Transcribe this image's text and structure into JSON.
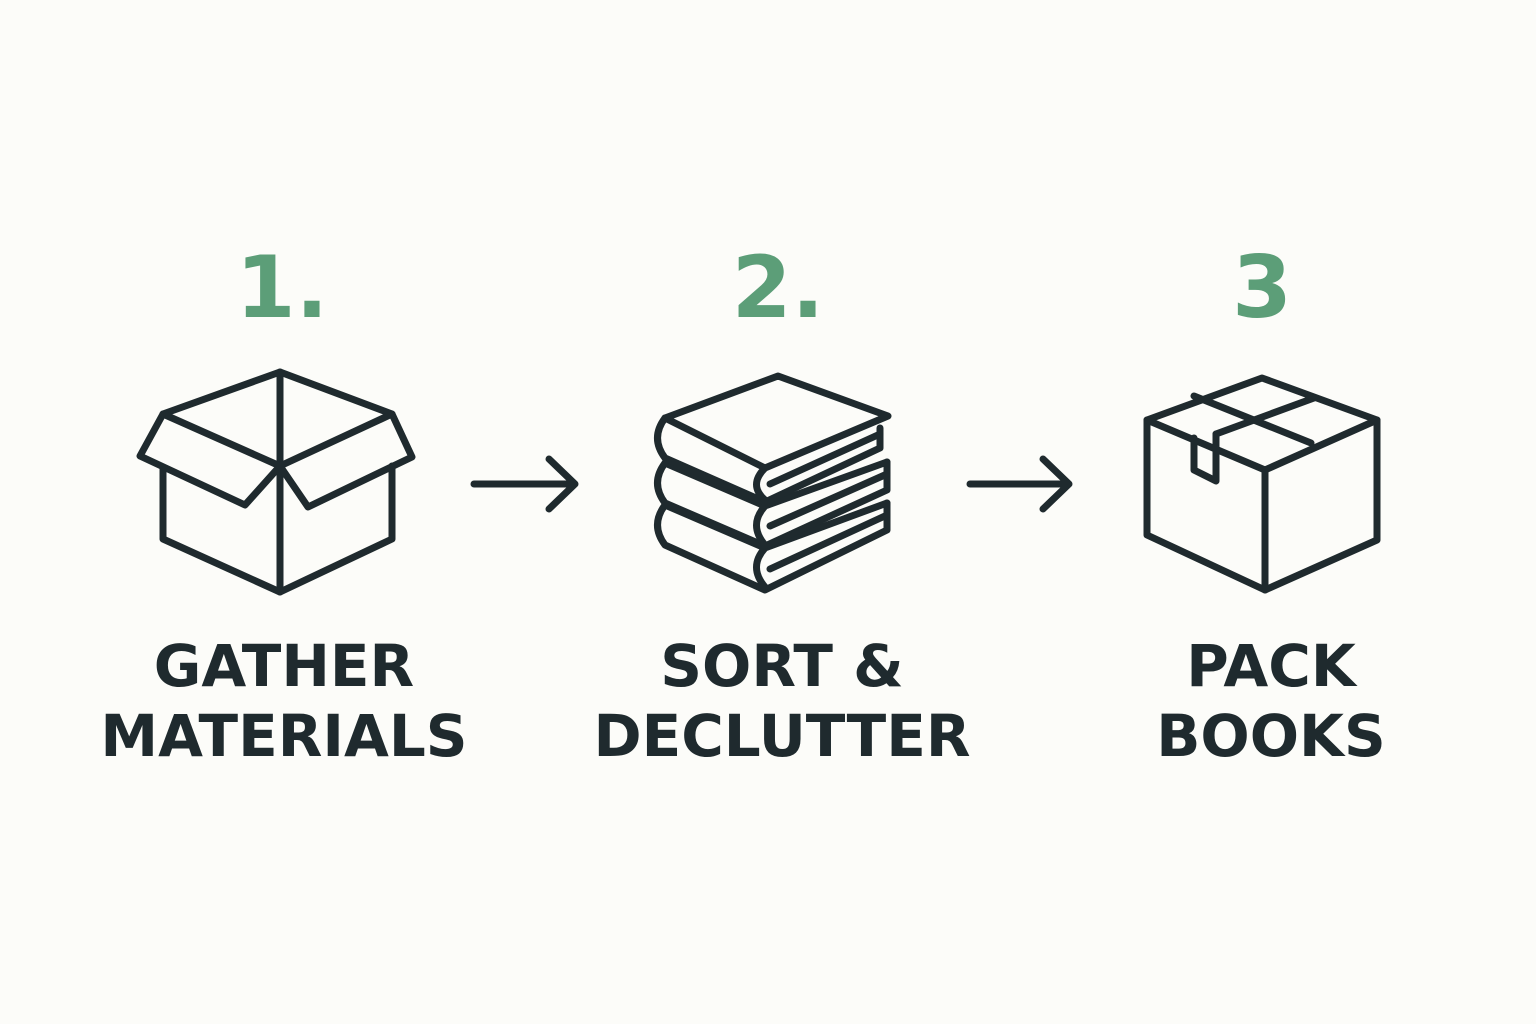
{
  "colors": {
    "background": "#fcfcf9",
    "number": "#5c9e78",
    "ink": "#1f2a2e"
  },
  "steps": [
    {
      "number": "1.",
      "label_line1": "GATHER",
      "label_line2": "MATERIALS",
      "icon": "open-box-icon"
    },
    {
      "number": "2.",
      "label_line1": "SORT &",
      "label_line2": "DECLUTTER",
      "icon": "book-stack-icon"
    },
    {
      "number": "3",
      "label_line1": "PACK",
      "label_line2": "BOOKS",
      "icon": "taped-box-icon"
    }
  ],
  "arrows": [
    {
      "icon": "arrow-right-icon"
    },
    {
      "icon": "arrow-right-icon"
    }
  ]
}
